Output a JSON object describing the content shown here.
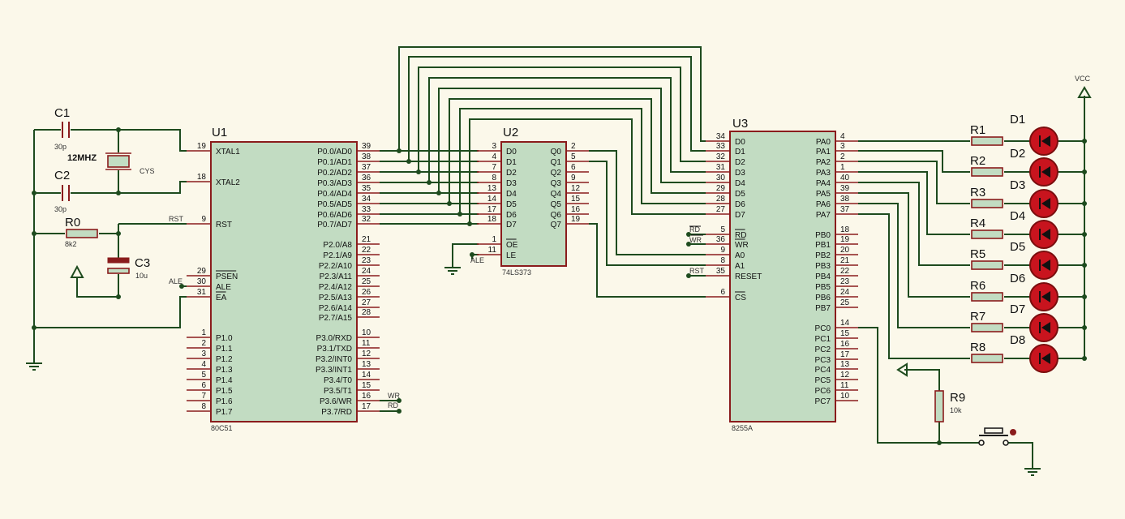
{
  "components": {
    "u1": {
      "ref": "U1",
      "type": "80C51",
      "pins_left": [
        {
          "num": "19",
          "name": "XTAL1"
        },
        {
          "num": "18",
          "name": "XTAL2"
        },
        {
          "num": "9",
          "name": "RST"
        },
        {
          "num": "29",
          "name": "PSEN"
        },
        {
          "num": "30",
          "name": "ALE"
        },
        {
          "num": "31",
          "name": "EA"
        },
        {
          "num": "1",
          "name": "P1.0"
        },
        {
          "num": "2",
          "name": "P1.1"
        },
        {
          "num": "3",
          "name": "P1.2"
        },
        {
          "num": "4",
          "name": "P1.3"
        },
        {
          "num": "5",
          "name": "P1.4"
        },
        {
          "num": "6",
          "name": "P1.5"
        },
        {
          "num": "7",
          "name": "P1.6"
        },
        {
          "num": "8",
          "name": "P1.7"
        }
      ],
      "pins_right": [
        {
          "num": "39",
          "name": "P0.0/AD0"
        },
        {
          "num": "38",
          "name": "P0.1/AD1"
        },
        {
          "num": "37",
          "name": "P0.2/AD2"
        },
        {
          "num": "36",
          "name": "P0.3/AD3"
        },
        {
          "num": "35",
          "name": "P0.4/AD4"
        },
        {
          "num": "34",
          "name": "P0.5/AD5"
        },
        {
          "num": "33",
          "name": "P0.6/AD6"
        },
        {
          "num": "32",
          "name": "P0.7/AD7"
        },
        {
          "num": "21",
          "name": "P2.0/A8"
        },
        {
          "num": "22",
          "name": "P2.1/A9"
        },
        {
          "num": "23",
          "name": "P2.2/A10"
        },
        {
          "num": "24",
          "name": "P2.3/A11"
        },
        {
          "num": "25",
          "name": "P2.4/A12"
        },
        {
          "num": "26",
          "name": "P2.5/A13"
        },
        {
          "num": "27",
          "name": "P2.6/A14"
        },
        {
          "num": "28",
          "name": "P2.7/A15"
        },
        {
          "num": "10",
          "name": "P3.0/RXD"
        },
        {
          "num": "11",
          "name": "P3.1/TXD"
        },
        {
          "num": "12",
          "name": "P3.2/INT0"
        },
        {
          "num": "13",
          "name": "P3.3/INT1"
        },
        {
          "num": "14",
          "name": "P3.4/T0"
        },
        {
          "num": "15",
          "name": "P3.5/T1"
        },
        {
          "num": "16",
          "name": "P3.6/WR"
        },
        {
          "num": "17",
          "name": "P3.7/RD"
        }
      ]
    },
    "u2": {
      "ref": "U2",
      "type": "74LS373",
      "pins_left": [
        {
          "num": "3",
          "name": "D0"
        },
        {
          "num": "4",
          "name": "D1"
        },
        {
          "num": "7",
          "name": "D2"
        },
        {
          "num": "8",
          "name": "D3"
        },
        {
          "num": "13",
          "name": "D4"
        },
        {
          "num": "14",
          "name": "D5"
        },
        {
          "num": "17",
          "name": "D6"
        },
        {
          "num": "18",
          "name": "D7"
        },
        {
          "num": "1",
          "name": "OE"
        },
        {
          "num": "11",
          "name": "LE"
        }
      ],
      "pins_right": [
        {
          "num": "2",
          "name": "Q0"
        },
        {
          "num": "5",
          "name": "Q1"
        },
        {
          "num": "6",
          "name": "Q2"
        },
        {
          "num": "9",
          "name": "Q3"
        },
        {
          "num": "12",
          "name": "Q4"
        },
        {
          "num": "15",
          "name": "Q5"
        },
        {
          "num": "16",
          "name": "Q6"
        },
        {
          "num": "19",
          "name": "Q7"
        }
      ]
    },
    "u3": {
      "ref": "U3",
      "type": "8255A",
      "pins_left": [
        {
          "num": "34",
          "name": "D0"
        },
        {
          "num": "33",
          "name": "D1"
        },
        {
          "num": "32",
          "name": "D2"
        },
        {
          "num": "31",
          "name": "D3"
        },
        {
          "num": "30",
          "name": "D4"
        },
        {
          "num": "29",
          "name": "D5"
        },
        {
          "num": "28",
          "name": "D6"
        },
        {
          "num": "27",
          "name": "D7"
        },
        {
          "num": "5",
          "name": "RD"
        },
        {
          "num": "36",
          "name": "WR"
        },
        {
          "num": "9",
          "name": "A0"
        },
        {
          "num": "8",
          "name": "A1"
        },
        {
          "num": "35",
          "name": "RESET"
        },
        {
          "num": "6",
          "name": "CS"
        }
      ],
      "pins_right": [
        {
          "num": "4",
          "name": "PA0"
        },
        {
          "num": "3",
          "name": "PA1"
        },
        {
          "num": "2",
          "name": "PA2"
        },
        {
          "num": "1",
          "name": "PA3"
        },
        {
          "num": "40",
          "name": "PA4"
        },
        {
          "num": "39",
          "name": "PA5"
        },
        {
          "num": "38",
          "name": "PA6"
        },
        {
          "num": "37",
          "name": "PA7"
        },
        {
          "num": "18",
          "name": "PB0"
        },
        {
          "num": "19",
          "name": "PB1"
        },
        {
          "num": "20",
          "name": "PB2"
        },
        {
          "num": "21",
          "name": "PB3"
        },
        {
          "num": "22",
          "name": "PB4"
        },
        {
          "num": "23",
          "name": "PB5"
        },
        {
          "num": "24",
          "name": "PB6"
        },
        {
          "num": "25",
          "name": "PB7"
        },
        {
          "num": "14",
          "name": "PC0"
        },
        {
          "num": "15",
          "name": "PC1"
        },
        {
          "num": "16",
          "name": "PC2"
        },
        {
          "num": "17",
          "name": "PC3"
        },
        {
          "num": "13",
          "name": "PC4"
        },
        {
          "num": "12",
          "name": "PC5"
        },
        {
          "num": "11",
          "name": "PC6"
        },
        {
          "num": "10",
          "name": "PC7"
        }
      ]
    },
    "c1": {
      "ref": "C1",
      "value": "30p"
    },
    "c2": {
      "ref": "C2",
      "value": "30p"
    },
    "c3": {
      "ref": "C3",
      "value": "10u"
    },
    "r0": {
      "ref": "R0",
      "value": "8k2"
    },
    "r9": {
      "ref": "R9",
      "value": "10k"
    },
    "crystal": {
      "label": "12MHZ",
      "ref": "CYS"
    },
    "resistors": [
      "R1",
      "R2",
      "R3",
      "R4",
      "R5",
      "R6",
      "R7",
      "R8"
    ],
    "leds": [
      "D1",
      "D2",
      "D3",
      "D4",
      "D5",
      "D6",
      "D7",
      "D8"
    ]
  },
  "nets": {
    "rst": "RST",
    "ale": "ALE",
    "wr": "WR",
    "rd": "RD",
    "vcc": "VCC"
  },
  "colors": {
    "wire": "#1e4b1e",
    "chip_fill": "#c2dcc2",
    "chip_border": "#8a1c1c",
    "led": "#c8141e",
    "background": "#fbf8ea"
  }
}
